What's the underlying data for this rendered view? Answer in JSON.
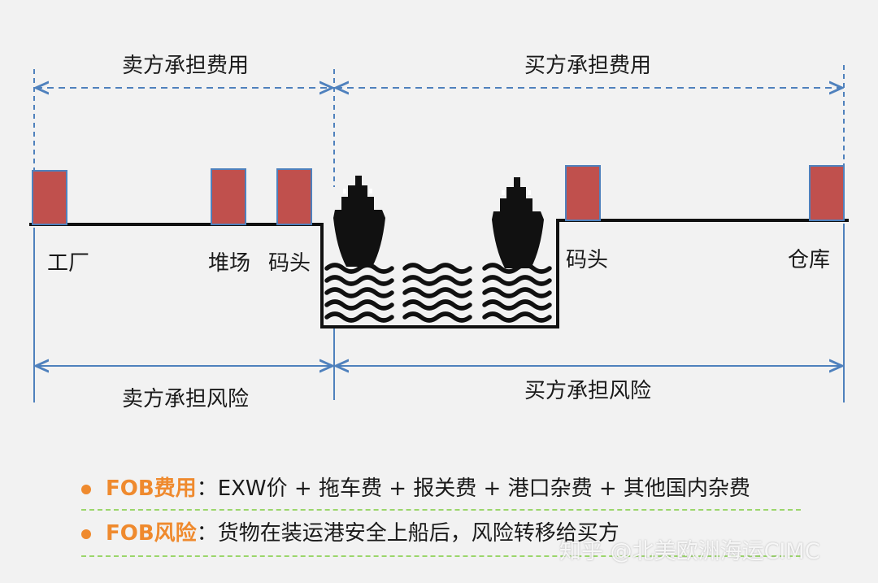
{
  "top_labels": {
    "seller_cost": "卖方承担费用",
    "buyer_cost": "买方承担费用"
  },
  "bottom_labels": {
    "seller_risk": "卖方承担风险",
    "buyer_risk": "买方承担风险"
  },
  "locations": {
    "factory": "工厂",
    "yard": "堆场",
    "pier_origin": "码头",
    "pier_dest": "码头",
    "warehouse": "仓库"
  },
  "bullets": [
    {
      "key": "FOB费用",
      "text": "：EXW价 + 拖车费 + 报关费 + 港口杂费 + 其他国内杂费"
    },
    {
      "key": "FOB风险",
      "text": "：货物在装运港安全上船后，风险转移给买方"
    }
  ],
  "watermark": "知乎 @北美欧洲海运CIMC",
  "colors": {
    "box_fill": "#c0504d",
    "box_stroke": "#4f81bd",
    "arrow": "#4f81bd",
    "accent": "#ef8a2e",
    "separator": "#9bd66b"
  }
}
